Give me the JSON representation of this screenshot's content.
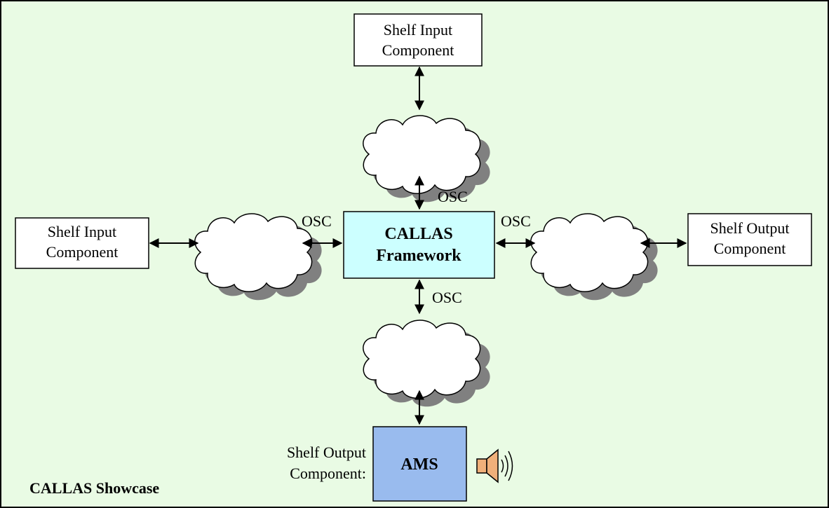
{
  "colors": {
    "background": "#e9fbe4",
    "framework_fill": "#ccffff",
    "ams_fill": "#99bbee",
    "cloud_fill": "#ffffff",
    "cloud_shadow": "#808080",
    "speaker_fill": "#f0b07a"
  },
  "components": {
    "top_input": {
      "line1": "Shelf Input",
      "line2": "Component"
    },
    "left_input": {
      "line1": "Shelf Input",
      "line2": "Component"
    },
    "right_output": {
      "line1": "Shelf Output",
      "line2": "Component"
    },
    "framework": {
      "line1": "CALLAS",
      "line2": "Framework"
    },
    "ams": {
      "label": "AMS",
      "caption1": "Shelf Output",
      "caption2": "Component:"
    }
  },
  "links": {
    "top": "OSC",
    "left": "OSC",
    "right": "OSC",
    "bottom": "OSC"
  },
  "icons": {
    "cloud": "cloud-icon",
    "speaker": "speaker-icon"
  },
  "footer": {
    "title": "CALLAS Showcase"
  }
}
